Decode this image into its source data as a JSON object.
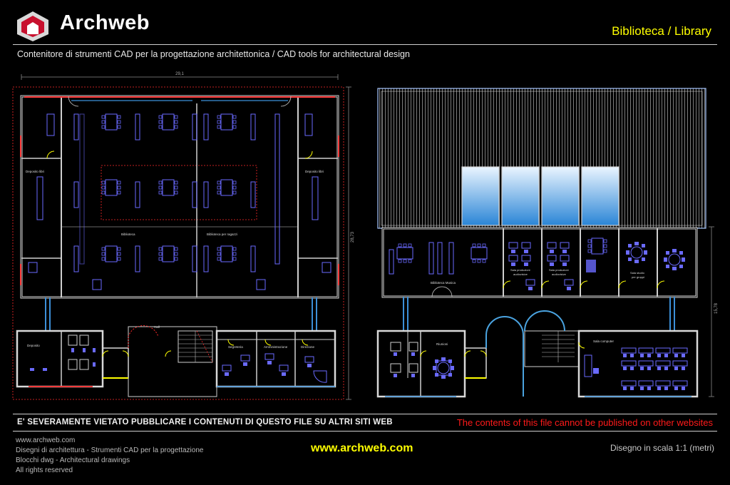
{
  "header": {
    "brand": "Archweb",
    "title": "Biblioteca / Library",
    "subtitle": "Contenitore di strumenti CAD per la progettazione architettonica  /  CAD tools for architectural design"
  },
  "plan_left": {
    "width_dim": "29,1",
    "height_dim": "28,73",
    "labels": {
      "deposito_left": "Deposito libri",
      "deposito_right": "Deposito libri",
      "biblioteca": "Biblioteca",
      "biblioteca_ragazzi": "Biblioteca per ragazzi",
      "hall": "Hall",
      "deposito": "Deposito",
      "segreteria": "Segreteria",
      "amministrazione": "Amministrazione",
      "direzione": "Direzione"
    }
  },
  "plan_right": {
    "height_dim": "15,78",
    "labels": {
      "biblioteca_musica": "Biblioteca Musica",
      "sala_prod_1a": "Sala produzioni",
      "sala_prod_1b": "audiovisive",
      "sala_prod_2a": "Sala produzioni",
      "sala_prod_2b": "audiovisive",
      "sala_studio_a": "Sala studio",
      "sala_studio_b": "per gruppi",
      "riunioni": "Riunioni",
      "sala_computer": "Sala computer"
    }
  },
  "footer": {
    "warning_it": "E' SEVERAMENTE VIETATO PUBBLICARE I CONTENUTI DI QUESTO FILE SU ALTRI SITI WEB",
    "warning_en": "The contents of this file cannot be published on other websites",
    "line1": "www.archweb.com",
    "line2": "Disegni di architettura - Strumenti CAD  per la progettazione",
    "line3": "Blocchi dwg - Architectural drawings",
    "line4": "All rights reserved",
    "url": "www.archweb.com",
    "scale": "Disegno in scala 1:1 (metri)"
  },
  "colors": {
    "brand_red": "#c8102e",
    "title_yellow": "#ffff00",
    "warning_red": "#ff1a1a",
    "furniture_blue": "#6a6aff",
    "window_blue": "#3c8fd8"
  }
}
